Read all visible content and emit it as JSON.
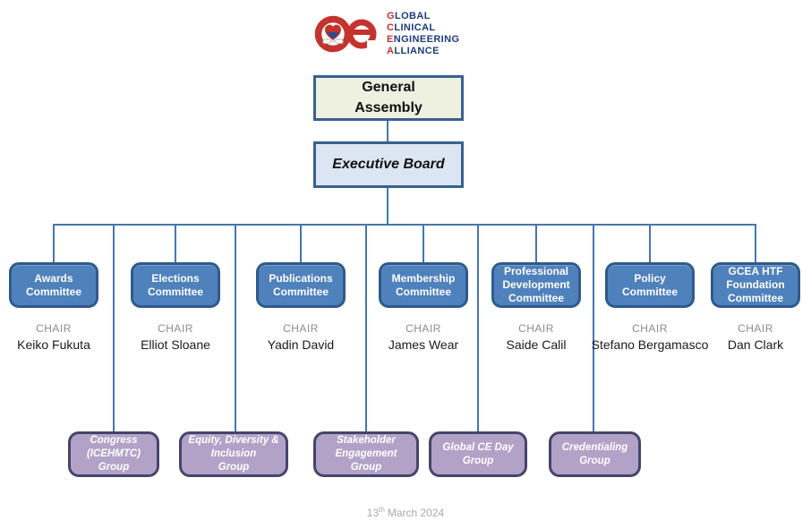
{
  "logo": {
    "lines": [
      {
        "initial": "G",
        "rest": "LOBAL"
      },
      {
        "initial": "C",
        "rest": "LINICAL"
      },
      {
        "initial": "E",
        "rest": "NGINEERING"
      },
      {
        "initial": "A",
        "rest": "LLIANCE"
      }
    ]
  },
  "org": {
    "general_assembly": {
      "label": "General\nAssembly"
    },
    "executive_board": {
      "label": "Executive Board"
    },
    "committees": [
      {
        "title": "Awards\nCommittee",
        "chair_label": "CHAIR",
        "chair_name": "Keiko Fukuta"
      },
      {
        "title": "Elections\nCommittee",
        "chair_label": "CHAIR",
        "chair_name": "Elliot Sloane"
      },
      {
        "title": "Publications\nCommittee",
        "chair_label": "CHAIR",
        "chair_name": "Yadin David"
      },
      {
        "title": "Membership\nCommittee",
        "chair_label": "CHAIR",
        "chair_name": "James Wear"
      },
      {
        "title": "Professional\nDevelopment\nCommittee",
        "chair_label": "CHAIR",
        "chair_name": "Saide Calil"
      },
      {
        "title": "Policy\nCommittee",
        "chair_label": "CHAIR",
        "chair_name": "Stefano Bergamasco"
      },
      {
        "title": "GCEA HTF\nFoundation\nCommittee",
        "chair_label": "CHAIR",
        "chair_name": "Dan Clark"
      }
    ],
    "groups": [
      {
        "title": "Congress\n(ICEHMTC)\nGroup"
      },
      {
        "title": "Equity, Diversity &\nInclusion\nGroup"
      },
      {
        "title": "Stakeholder\nEngagement\nGroup"
      },
      {
        "title": "Global CE Day\nGroup"
      },
      {
        "title": "Credentialing\nGroup"
      }
    ]
  },
  "footer": {
    "date_day": "13",
    "date_suffix": "th",
    "date_rest": "March 2024"
  },
  "colors": {
    "committee_fill": "#4f81bd",
    "committee_border": "#2f5a8c",
    "group_fill": "#b3a2c7",
    "group_border": "#45456b",
    "general_assembly_fill": "#eef0e0",
    "executive_board_fill": "#dce6f2",
    "box_border_blue": "#38618f",
    "connector_blue": "#4576ad",
    "logo_red": "#c4332e",
    "logo_navy": "#1e3b7e"
  }
}
